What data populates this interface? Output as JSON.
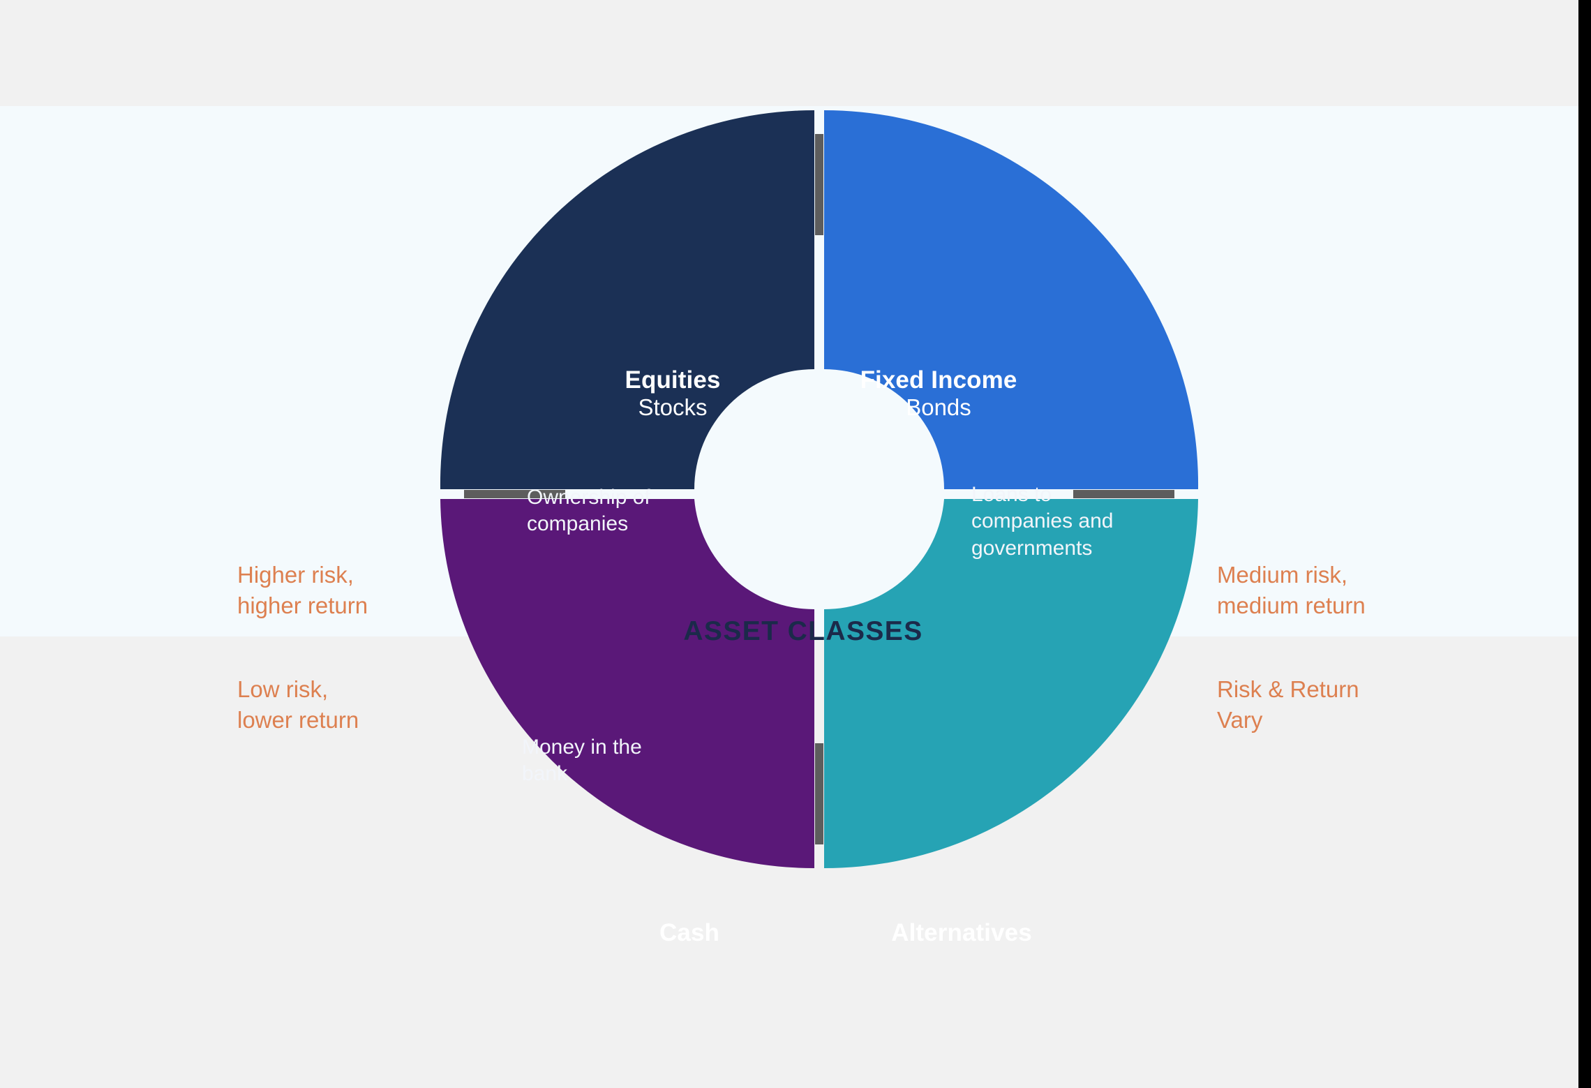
{
  "slide": {
    "background_color": "#f4fafd",
    "frame_color": "#f1f1f1"
  },
  "chart_data": {
    "type": "pie",
    "title": "ASSET CLASSES",
    "subtype": "donut",
    "legend": "none",
    "categories": [
      "Equities",
      "Fixed Income",
      "Alternatives",
      "Cash"
    ],
    "values": [
      25,
      25,
      25,
      25
    ],
    "colors": [
      "#1b3055",
      "#2a6fd6",
      "#26a3b4",
      "#5a1878"
    ],
    "gap_color": "#ffffff",
    "notch_color": "#5d5d5d",
    "annotation_color": "#dd8050",
    "hub_text_color": "#1b2a4a"
  },
  "center": {
    "label": "ASSET CLASSES"
  },
  "segments": [
    {
      "key": "equities",
      "title": "Equities",
      "subtitle": "Stocks",
      "description": "Ownership of\ncompanies",
      "note": "Higher risk,\nhigher return",
      "color": "#1b3055"
    },
    {
      "key": "fixed_income",
      "title": "Fixed Income",
      "subtitle": "Bonds",
      "description": "Loans to\ncompanies and\ngovernments",
      "note": "Medium risk,\nmedium return",
      "color": "#2a6fd6"
    },
    {
      "key": "alternatives",
      "title": "Alternatives",
      "subtitle": "",
      "description": "",
      "note": "Risk & Return\nVary",
      "color": "#26a3b4"
    },
    {
      "key": "cash",
      "title": "Cash",
      "subtitle": "",
      "description": "Money in the\nbank",
      "note": "Low risk,\nlower return",
      "color": "#5a1878"
    }
  ]
}
